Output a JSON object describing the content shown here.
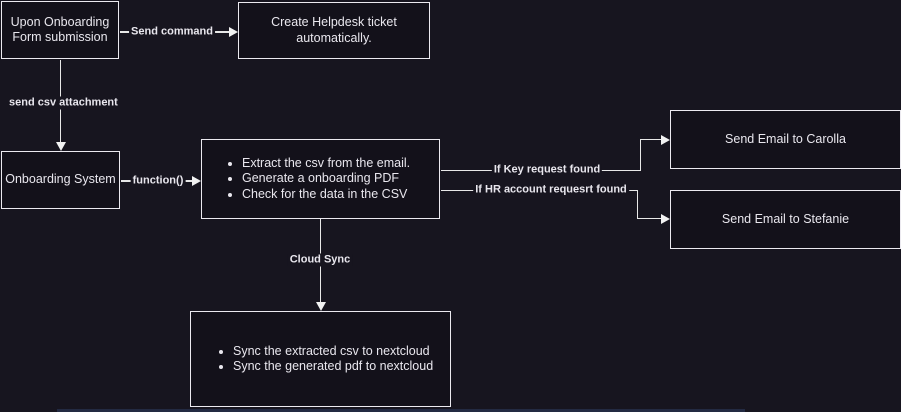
{
  "canvas": {
    "background": "#17151f",
    "node_fill": "#13111a",
    "border_color": "#eceaf0",
    "line_color": "#e8e8e8",
    "text_color": "#e9e7ee"
  },
  "nodes": {
    "upon_onboarding": {
      "line1": "Upon Onboarding",
      "line2": "Form submission"
    },
    "helpdesk": {
      "line1": "Create Helpdesk ticket",
      "line2": "automatically."
    },
    "onboarding_system": {
      "label": "Onboarding System"
    },
    "process": {
      "items": [
        "Extract the csv from the email.",
        "Generate a onboarding PDF",
        "Check for the data in the CSV"
      ]
    },
    "email_carolla": {
      "label": "Send Email to Carolla"
    },
    "email_stefanie": {
      "label": "Send Email to Stefanie"
    },
    "cloud_sync_box": {
      "items": [
        "Sync the extracted csv to nextcloud",
        "Sync the generated pdf to nextcloud"
      ]
    }
  },
  "edges": {
    "send_command": {
      "label": "Send command"
    },
    "send_csv": {
      "label": "send csv attachment"
    },
    "function_call": {
      "label": "function()"
    },
    "key_request": {
      "label": "If Key request found"
    },
    "hr_request": {
      "label": "If HR account requesrt found"
    },
    "cloud_sync": {
      "label": "Cloud Sync"
    }
  }
}
